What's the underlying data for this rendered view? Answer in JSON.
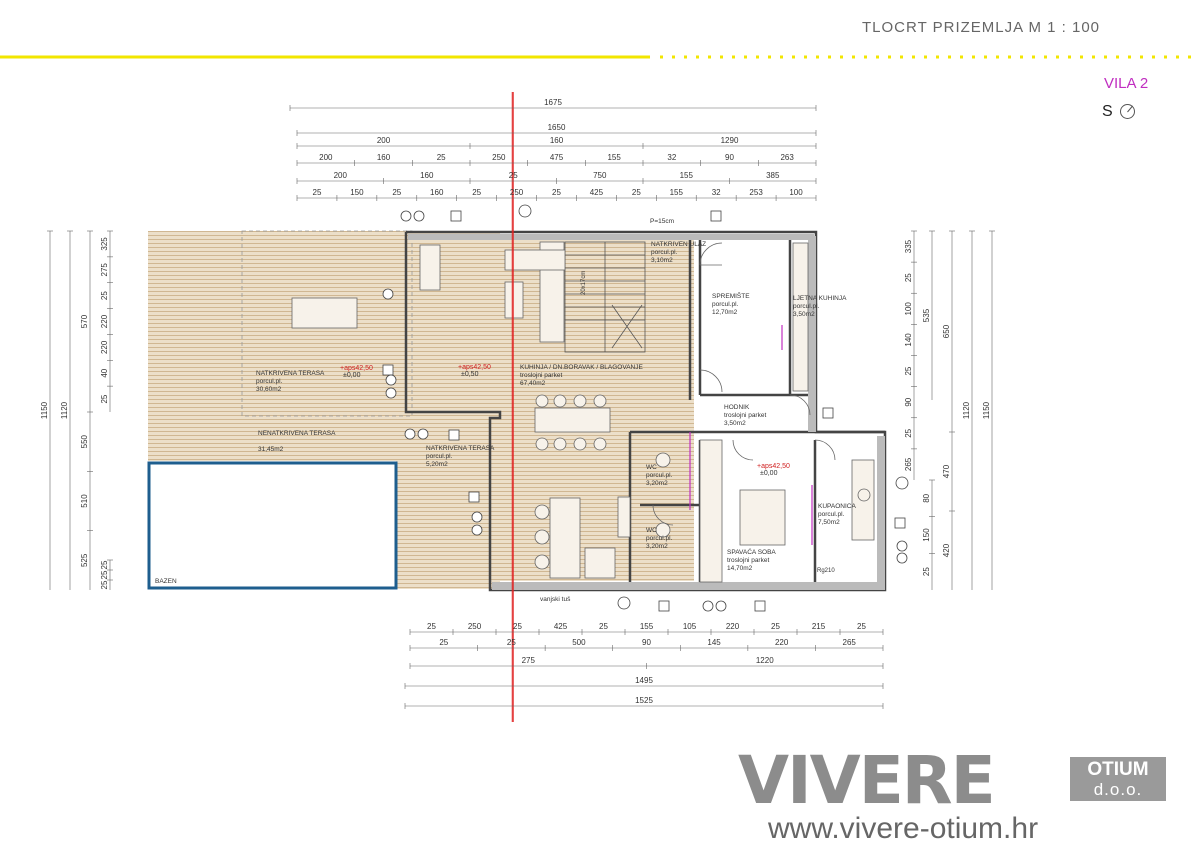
{
  "header": {
    "title": "TLOCRT   PRIZEMLJA   M 1 : 100",
    "villa": "VILA 2",
    "north": "S"
  },
  "colors": {
    "accent_line": "#f2e600",
    "red_axis": "#e02020",
    "pool": "#1e5e8e",
    "villa_label": "#c02ec0",
    "deck": "#e9dcc6"
  },
  "top_dims": [
    [
      "1675"
    ],
    [
      "1650"
    ],
    [
      "200",
      "160",
      "1290"
    ],
    [
      "200",
      "160",
      "25",
      "250",
      "475",
      "155",
      "32",
      "90",
      "263"
    ],
    [
      "200",
      "160",
      "25",
      "750",
      "155",
      "385"
    ],
    [
      "25",
      "150",
      "25",
      "160",
      "25",
      "250",
      "25",
      "425",
      "25",
      "155",
      "32",
      "253",
      "100"
    ]
  ],
  "bottom_dims": [
    [
      "25",
      "250",
      "25",
      "425",
      "25",
      "155",
      "105",
      "220",
      "25",
      "215",
      "25"
    ],
    [
      "25",
      "25",
      "500",
      "90",
      "145",
      "220",
      "265"
    ],
    [
      "275",
      "1220"
    ],
    [
      "1495"
    ],
    [
      "1525"
    ]
  ],
  "left_dims": [
    "1150",
    "1120",
    "570",
    "325",
    "275",
    "25",
    "220",
    "220",
    "40",
    "25",
    "550",
    "510",
    "525",
    "25",
    "25",
    "25"
  ],
  "right_dims": [
    "1150",
    "1120",
    "650",
    "535",
    "335",
    "25",
    "100",
    "140",
    "25",
    "90",
    "25",
    "265",
    "470",
    "420",
    "80",
    "150",
    "25"
  ],
  "rooms": [
    {
      "name": "NATKRIVENA TERASA",
      "floor": "porcul.pl.",
      "area": "30,60m2"
    },
    {
      "name": "NENATKRIVENA TERASA",
      "floor": "",
      "area": "31,45m2"
    },
    {
      "name": "NATKRIVENA TERASA",
      "floor": "porcul.pl.",
      "area": "5,20m2"
    },
    {
      "name": "KUHINJA  /  DN.BORAVAK  /  BLAGOVANJE",
      "floor": "troslojni  parket",
      "area": "67,40m2"
    },
    {
      "name": "NATKRIVEN ULAZ",
      "floor": "porcul.pl.",
      "area": "3,10m2"
    },
    {
      "name": "SPREMIŠTE",
      "floor": "porcul.pl.",
      "area": "12,70m2"
    },
    {
      "name": "LJETNA KUHINJA",
      "floor": "porcul.pl.",
      "area": "3,50m2"
    },
    {
      "name": "HODNIK",
      "floor": "troslojni  parket",
      "area": "3,50m2"
    },
    {
      "name": "WC",
      "floor": "porcul.pl.",
      "area": "3,20m2"
    },
    {
      "name": "WC",
      "floor": "porcul.pl.",
      "area": "3,20m2"
    },
    {
      "name": "SPAVAĆA SOBA",
      "floor": "troslojni  parket",
      "area": "14,70m2"
    },
    {
      "name": "KUPAONICA",
      "floor": "porcul.pl.",
      "area": "7,50m2"
    },
    {
      "name": "BAZEN",
      "floor": "",
      "area": ""
    }
  ],
  "levels": [
    "+aps42,50",
    "±0,00",
    "+aps42,50",
    "±0,50",
    "+aps42,50",
    "±0,00"
  ],
  "notes": {
    "outdoor_shower": "vanjski tuš",
    "window_note": "P=15cm",
    "stair": "20x17cm",
    "rgs": "Rg210"
  },
  "logo": {
    "main": "VIVERE",
    "box_top": "OTIUM",
    "box_bottom": "d.o.o.",
    "website": "www.vivere-otium.hr"
  }
}
